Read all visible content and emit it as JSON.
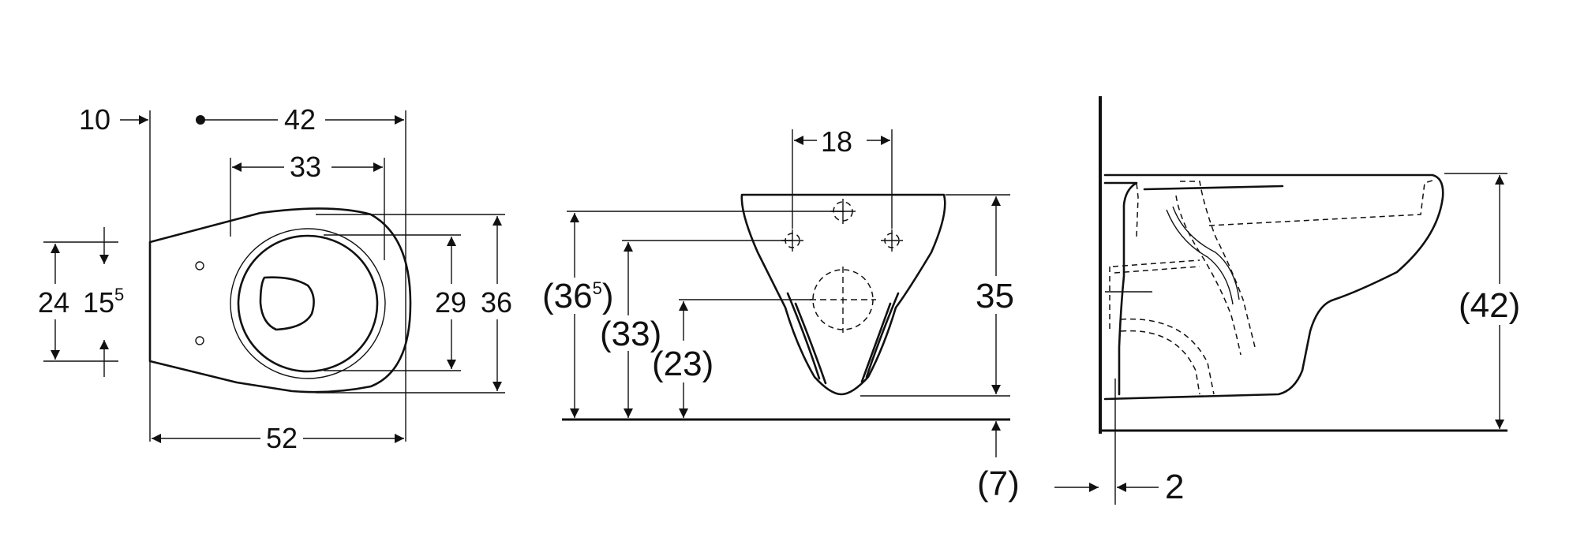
{
  "plan_view": {
    "dim_10": "10",
    "dim_42": "42",
    "dim_33": "33",
    "dim_24": "24",
    "dim_15_base": "15",
    "dim_15_sup": "5",
    "dim_29": "29",
    "dim_36": "36",
    "dim_52": "52"
  },
  "front_view": {
    "dim_18": "18",
    "dim_365_open": "(36",
    "dim_365_sup": "5",
    "dim_365_close": ")",
    "dim_33": "(33)",
    "dim_23": "(23)",
    "dim_35": "35",
    "dim_7": "(7)"
  },
  "side_view": {
    "dim_42": "(42)",
    "dim_2": "2"
  }
}
